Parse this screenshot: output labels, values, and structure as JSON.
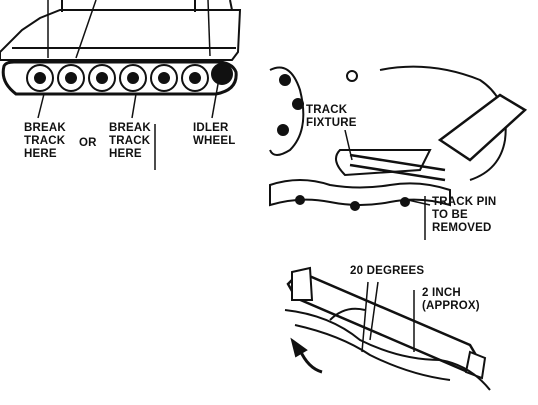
{
  "labels": {
    "break_track_left": "BREAK\nTRACK\nHERE",
    "or": "OR",
    "break_track_right": "BREAK\nTRACK\nHERE",
    "idler_wheel": "IDLER\nWHEEL",
    "track_fixture": "TRACK\nFIXTURE",
    "track_pin": "TRACK PIN\nTO BE\nREMOVED",
    "degrees": "20 DEGREES",
    "inch": "2 INCH\n(APPROX)"
  }
}
